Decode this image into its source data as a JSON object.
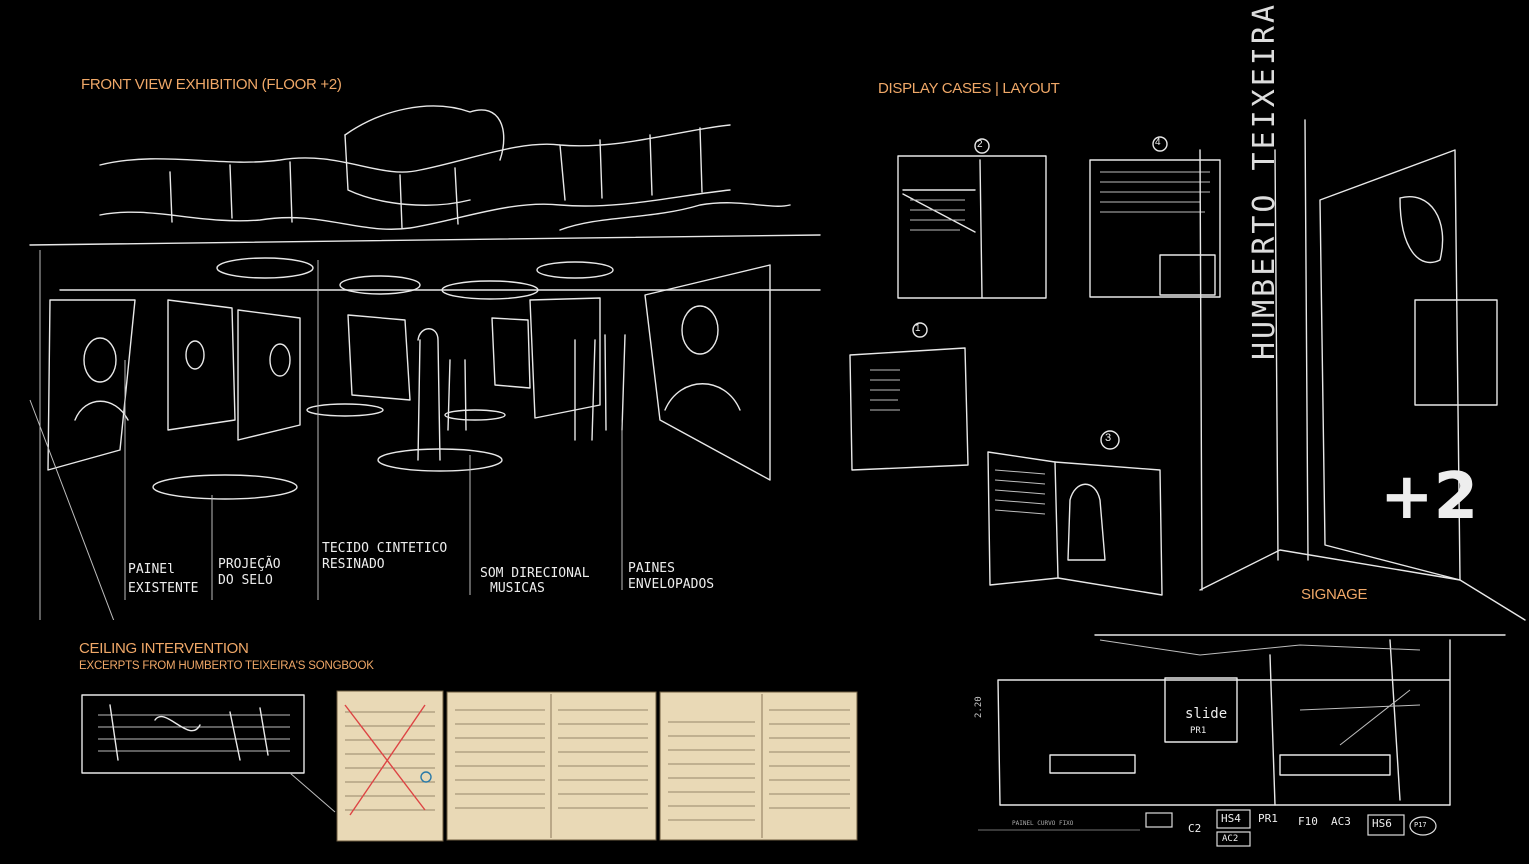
{
  "sections": {
    "front_view": "FRONT VIEW EXHIBITION  (FLOOR +2)",
    "display_cases": "DISPLAY CASES | LAYOUT",
    "signage": "SIGNAGE",
    "ceiling_title": "CEILING INTERVENTION",
    "ceiling_subtitle": "EXCERPTS FROM HUMBERTO TEIXEIRA'S SONGBOOK"
  },
  "front_view_annotations": [
    {
      "line1": "PAINEl",
      "line2": "EXISTENTE"
    },
    {
      "line1": "PROJEÇÃO",
      "line2": "DO SELO"
    },
    {
      "line1": "TECIDO CINTETICO",
      "line2": "RESINADO"
    },
    {
      "line1": "SOM DIRECIONAL",
      "line2": "MUSICAS"
    },
    {
      "line1": "PAINES",
      "line2": "ENVELOPADOS"
    }
  ],
  "display_case_numbers": [
    "2",
    "4",
    "1",
    "3"
  ],
  "signage_panel": {
    "vertical_text": "HUMBERTO TEIXEIRA",
    "floor_label": "+2"
  },
  "signage_plan": {
    "slide_label": "slide",
    "slide_code": "PR1",
    "dimension": "2.20",
    "codes": [
      "C2",
      "HS4",
      "PR1",
      "F10",
      "AC3",
      "HS6",
      "P17"
    ],
    "small_code": "AC2",
    "plan_note": "PAINEL CURVO FIXO"
  }
}
